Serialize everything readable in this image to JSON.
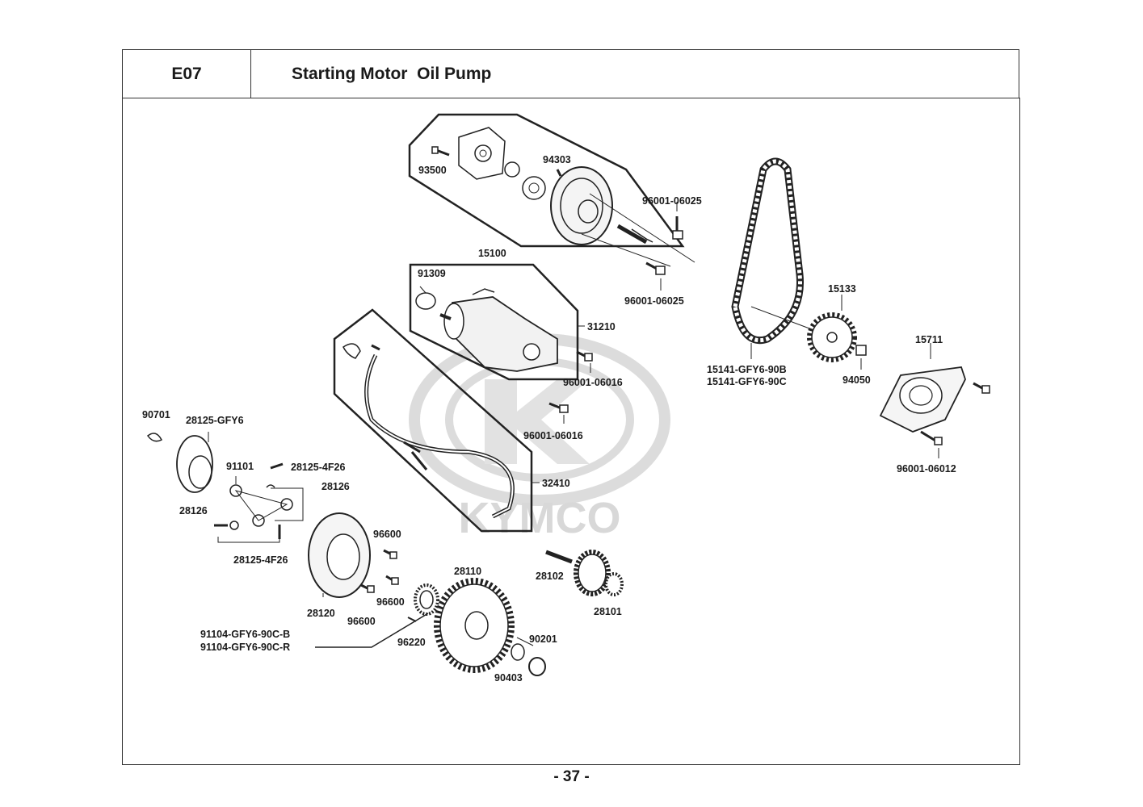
{
  "header": {
    "section_code": "E07",
    "title": "Starting Motor  Oil Pump"
  },
  "watermark": {
    "brand": "KYMCO",
    "color": "#d8d8d8"
  },
  "parts": [
    {
      "id": "p93500",
      "label": "93500"
    },
    {
      "id": "p94303",
      "label": "94303"
    },
    {
      "id": "p96001_06025_a",
      "label": "96001-06025"
    },
    {
      "id": "p15100",
      "label": "15100"
    },
    {
      "id": "p96001_06025_b",
      "label": "96001-06025"
    },
    {
      "id": "p91309",
      "label": "91309"
    },
    {
      "id": "p31210",
      "label": "31210"
    },
    {
      "id": "p96001_06016_a",
      "label": "96001-06016"
    },
    {
      "id": "p96001_06016_b",
      "label": "96001-06016"
    },
    {
      "id": "p32410",
      "label": "32410"
    },
    {
      "id": "p15133",
      "label": "15133"
    },
    {
      "id": "p15141_b",
      "label": "15141-GFY6-90B"
    },
    {
      "id": "p15141_c",
      "label": "15141-GFY6-90C"
    },
    {
      "id": "p94050",
      "label": "94050"
    },
    {
      "id": "p15711",
      "label": "15711"
    },
    {
      "id": "p96001_06012",
      "label": "96001-06012"
    },
    {
      "id": "p90701",
      "label": "90701"
    },
    {
      "id": "p28125_gfy6",
      "label": "28125-GFY6"
    },
    {
      "id": "p91101",
      "label": "91101"
    },
    {
      "id": "p28125_4f26_a",
      "label": "28125-4F26"
    },
    {
      "id": "p28126_a",
      "label": "28126"
    },
    {
      "id": "p28126_b",
      "label": "28126"
    },
    {
      "id": "p28125_4f26_b",
      "label": "28125-4F26"
    },
    {
      "id": "p96600_a",
      "label": "96600"
    },
    {
      "id": "p96600_b",
      "label": "96600"
    },
    {
      "id": "p96600_c",
      "label": "96600"
    },
    {
      "id": "p28120",
      "label": "28120"
    },
    {
      "id": "p28110",
      "label": "28110"
    },
    {
      "id": "p28102",
      "label": "28102"
    },
    {
      "id": "p28101",
      "label": "28101"
    },
    {
      "id": "p91104_b",
      "label": "91104-GFY6-90C-B"
    },
    {
      "id": "p91104_r",
      "label": "91104-GFY6-90C-R"
    },
    {
      "id": "p96220",
      "label": "96220"
    },
    {
      "id": "p90201",
      "label": "90201"
    },
    {
      "id": "p90403",
      "label": "90403"
    }
  ],
  "footer": {
    "page_number": "- 37 -"
  }
}
